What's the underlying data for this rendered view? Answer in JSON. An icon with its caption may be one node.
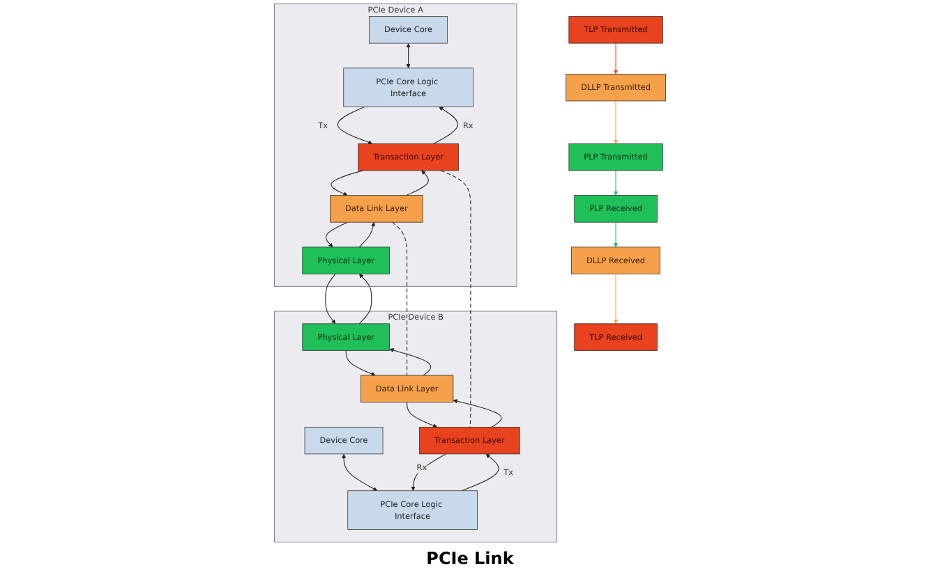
{
  "diagram": {
    "nodes": [
      {
        "text": [
          "PCIe Device A"
        ]
      },
      {
        "text": [
          "Device Core"
        ],
        "in": 0
      },
      {
        "text": [
          "PCIe Core Logic Interface"
        ],
        "in": 0
      },
      {
        "text": [
          "Transaction Layer"
        ],
        "in": 0
      },
      {
        "text": [
          "Data Link Layer"
        ],
        "in": 0
      },
      {
        "text": [
          "Physical Layer"
        ],
        "in": 0
      },
      {
        "text": [
          "PCIe Device B"
        ]
      },
      {
        "text": [
          "Device Core"
        ],
        "in": 6
      },
      {
        "text": [
          "PCIe Core Logic Interface"
        ],
        "in": 6
      },
      {
        "text": [
          "Transaction Layer"
        ],
        "in": 6
      },
      {
        "text": [
          "Data Link Layer"
        ],
        "in": 6
      },
      {
        "text": [
          "Physical Layer"
        ],
        "in": 6
      },
      {
        "text": [
          "TLP Transmitted"
        ]
      },
      {
        "text": [
          "DLLP Transmitted"
        ]
      },
      {
        "text": [
          "PLP Transmitted"
        ]
      },
      {
        "text": [
          "TLP Received"
        ]
      },
      {
        "text": [
          "DLLP Received"
        ]
      },
      {
        "text": [
          "PLP Received"
        ]
      }
    ],
    "edges": [
      {
        "from": 1,
        "to": 2,
        "arrow": "both"
      },
      {
        "from": 2,
        "to": 3,
        "arrow": "to",
        "label": "Tx"
      },
      {
        "from": 3,
        "to": 4,
        "arrow": "to"
      },
      {
        "from": 4,
        "to": 5,
        "arrow": "to"
      },
      {
        "from": 5,
        "to": 4,
        "arrow": "to"
      },
      {
        "from": 4,
        "to": 3,
        "arrow": "to"
      },
      {
        "from": 3,
        "to": 2,
        "arrow": "to",
        "label": "Rx"
      },
      {
        "from": 7,
        "to": 8,
        "arrow": "both"
      },
      {
        "from": 8,
        "to": 9,
        "arrow": "to",
        "label": "Tx"
      },
      {
        "from": 9,
        "to": 10,
        "arrow": "to"
      },
      {
        "from": 10,
        "to": 11,
        "arrow": "to"
      },
      {
        "from": 11,
        "to": 10,
        "arrow": "to"
      },
      {
        "from": 10,
        "to": 9,
        "arrow": "to"
      },
      {
        "from": 9,
        "to": 8,
        "arrow": "to",
        "label": "Rx"
      },
      {
        "from": 5,
        "to": 11,
        "arrow": "to"
      },
      {
        "from": 11,
        "to": 5,
        "arrow": "to"
      },
      {
        "from": 3,
        "to": 9,
        "arrow": "none",
        "style": "dashed"
      },
      {
        "from": 4,
        "to": 10,
        "arrow": "none",
        "style": "dashed"
      },
      {
        "from": 12,
        "to": 13,
        "arrow": "to",
        "color": "#e8421e"
      },
      {
        "from": 13,
        "to": 14,
        "arrow": "to",
        "color": "#f5a04a"
      },
      {
        "from": 14,
        "to": 17,
        "arrow": "to",
        "color": "#2db35a"
      },
      {
        "from": 17,
        "to": 16,
        "arrow": "to",
        "color": "#2db35a"
      },
      {
        "from": 16,
        "to": 15,
        "arrow": "to",
        "color": "#f5a04a"
      }
    ],
    "labels": [
      "PCIe Link"
    ]
  }
}
